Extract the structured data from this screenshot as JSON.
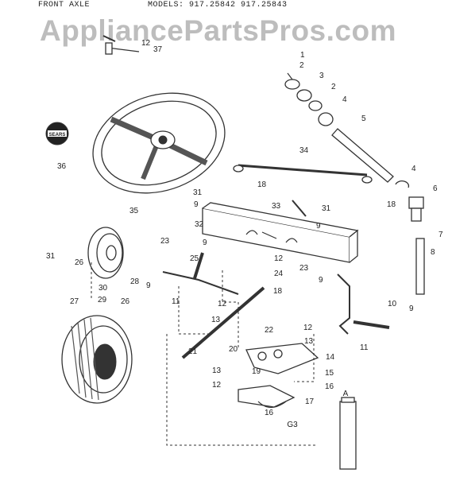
{
  "header": {
    "title": "FRONT AXLE",
    "models": "MODELS: 917.25842  917.25843"
  },
  "watermark": "AppliancePartsPros.com",
  "emblem_text": "SEARS",
  "tube_label": "A",
  "figure_code": "G3",
  "callouts": [
    "1",
    "2",
    "3",
    "2",
    "4",
    "5",
    "12",
    "37",
    "36",
    "34",
    "18",
    "31",
    "9",
    "35",
    "33",
    "18",
    "4",
    "6",
    "7",
    "32",
    "31",
    "9",
    "8",
    "31",
    "26",
    "23",
    "9",
    "12",
    "23",
    "9",
    "30",
    "29",
    "28",
    "9",
    "25",
    "24",
    "11",
    "12",
    "13",
    "18",
    "27",
    "26",
    "10",
    "9",
    "22",
    "12",
    "13",
    "14",
    "21",
    "20",
    "11",
    "13",
    "19",
    "15",
    "12",
    "16",
    "17",
    "16"
  ]
}
